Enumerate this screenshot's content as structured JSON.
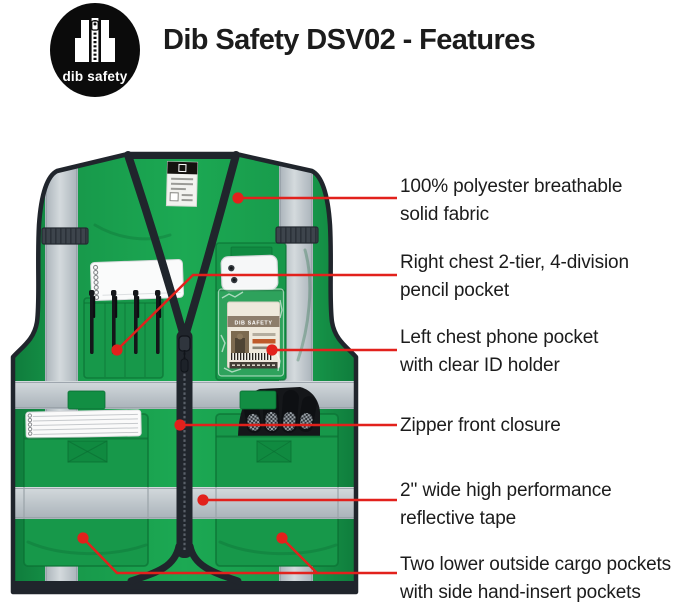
{
  "header": {
    "title": "Dib Safety DSV02 - Features",
    "brand_logo_text": "dib safety",
    "brand_logo_icon": "safety-vest-zipper-icon"
  },
  "features": [
    {
      "line1": "100% polyester breathable",
      "line2": "solid fabric"
    },
    {
      "line1": "Right chest 2-tier, 4-division",
      "line2": "pencil pocket"
    },
    {
      "line1": "Left chest phone pocket",
      "line2": "with clear ID holder"
    },
    {
      "line1": "Zipper front closure",
      "line2": ""
    },
    {
      "line1": "2'' wide high performance",
      "line2": "reflective tape"
    },
    {
      "line1": "Two lower outside cargo pockets",
      "line2": "with side hand-insert pockets"
    }
  ],
  "vest": {
    "id_card_brand": "DIB SAFETY"
  },
  "colors": {
    "bg": "#ffffff",
    "green": "#17984a",
    "green-light": "#1ca953",
    "green-dark": "#0f7c3c",
    "gray-light": "#d4dadd",
    "gray-dark": "#a9b2b9",
    "trim": "#20252c",
    "accent-red": "#e2211c",
    "text-dark": "#1c1c1c",
    "logo-black": "#0b0b0b",
    "card-taupe": "#8d7d6b"
  }
}
